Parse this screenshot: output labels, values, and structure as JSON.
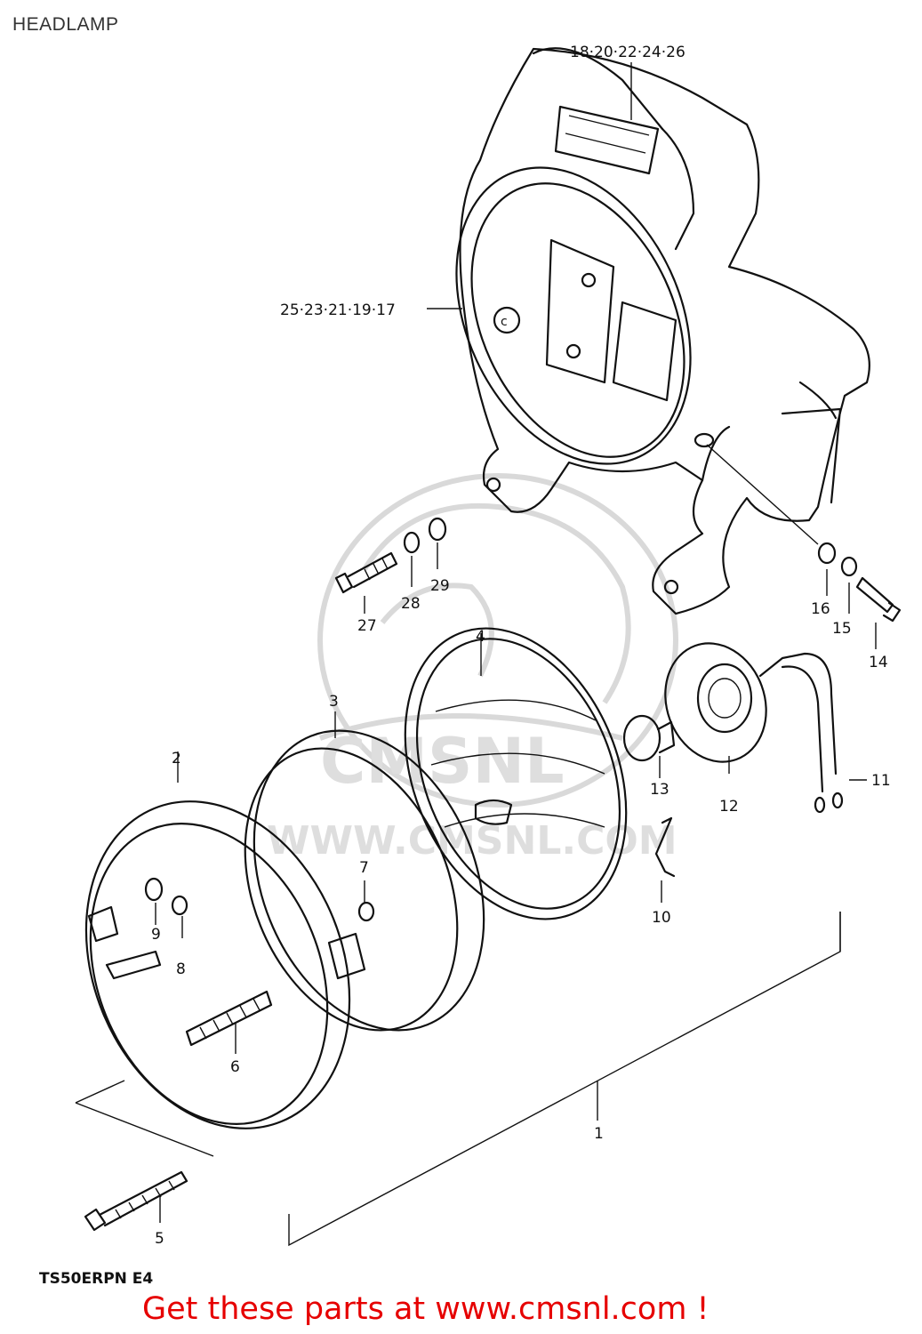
{
  "title": "HEADLAMP",
  "model_code": "TS50ERPN E4",
  "banner": "Get these parts at www.cmsnl.com !",
  "watermark": "WWW.CMSNL.COM",
  "watermark_brand": "CMSNL",
  "colors": {
    "banner": "#e60000",
    "ink": "#111111",
    "watermark": "#d9d9d9"
  },
  "labels": {
    "housing_top": "18·20·22·24·26",
    "housing_left": "25·23·21·19·17",
    "p1": "1",
    "p2": "2",
    "p3": "3",
    "p4": "4",
    "p5": "5",
    "p6": "6",
    "p7": "7",
    "p8": "8",
    "p9": "9",
    "p10": "10",
    "p11": "11",
    "p12": "12",
    "p13": "13",
    "p14": "14",
    "p15": "15",
    "p16": "16",
    "p27": "27",
    "p28": "28",
    "p29": "29"
  }
}
